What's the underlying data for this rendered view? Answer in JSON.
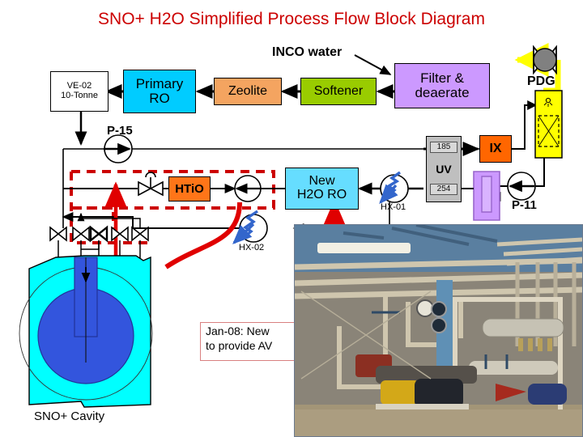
{
  "title": "SNO+ H2O Simplified Process Flow Block Diagram",
  "colors": {
    "title": "#cc0000",
    "primary_ro": "#00ccff",
    "new_h2o_ro": "#66ddff",
    "zeolite": "#f4a460",
    "htio": "#ff7518",
    "ix": "#ff6600",
    "softener": "#99cc00",
    "filter_deaerate": "#cc99ff",
    "pdg_tank": "#ffff00",
    "uv": "#bfbfbf",
    "degas_column": "#cc99ff",
    "cavity_water": "#00ffff",
    "acrylic_vessel": "#3355dd",
    "red_dashed": "#cc0000",
    "red_pipe": "#e00000",
    "yellow_pipe": "#ffff00",
    "blue_arrow": "#3366cc",
    "pdg_blower": "#808080"
  },
  "blocks": [
    {
      "name": "ve-02-tank",
      "label_lines": [
        "VE-02",
        "10-Tonne"
      ]
    },
    {
      "name": "primary-ro",
      "label_lines": [
        "Primary",
        "RO"
      ]
    },
    {
      "name": "zeolite",
      "label_lines": [
        "Zeolite"
      ]
    },
    {
      "name": "softener",
      "label_lines": [
        "Softener"
      ]
    },
    {
      "name": "filter-deaerate",
      "label_lines": [
        "Filter &",
        "deaerate"
      ]
    },
    {
      "name": "htio",
      "label_lines": [
        "HTiO"
      ]
    },
    {
      "name": "new-h2o-ro",
      "label_lines": [
        "New",
        "H2O RO"
      ]
    },
    {
      "name": "ix",
      "label_lines": [
        "IX"
      ]
    },
    {
      "name": "uv",
      "label_lines": [
        "UV"
      ]
    }
  ],
  "block_text": {
    "ve02_line1": "VE-02",
    "ve02_line2": "10-Tonne",
    "primary_ro_line1": "Primary",
    "primary_ro_line2": "RO",
    "zeolite": "Zeolite",
    "softener": "Softener",
    "filter_line1": "Filter &",
    "filter_line2": "deaerate",
    "htio": "HTiO",
    "new_ro_line1": "New",
    "new_ro_line2": "H2O RO",
    "ix": "IX",
    "uv": "UV",
    "uv_185": "185",
    "uv_254": "254"
  },
  "labels": {
    "inco_water": "INCO water",
    "pdg": "PDG",
    "p15": "P-15",
    "p11": "P-11",
    "hx01": "HX-01",
    "hx02": "HX-02",
    "cavity": "SNO+ Cavity"
  },
  "note": {
    "line1": "Jan-08:  New",
    "line2": "to provide AV"
  },
  "photo": {
    "caption": "industrial water-treatment plant room photograph"
  }
}
